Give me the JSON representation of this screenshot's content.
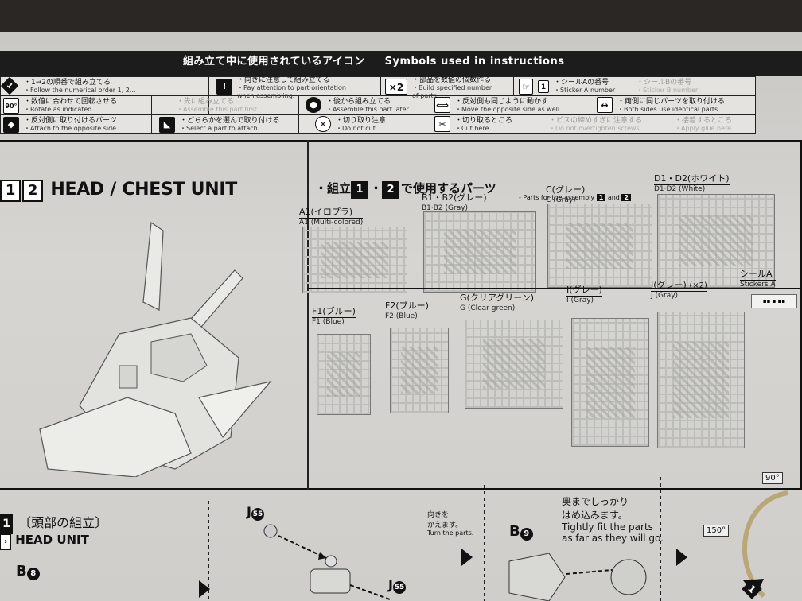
{
  "header": {
    "title_jp": "組み立て中に使用されているアイコン",
    "title_en": "Symbols used in instructions"
  },
  "symbols": {
    "follow_order": {
      "jp": "・1→2の順番で組み立てる",
      "en": "・Follow the numerical order 1, 2..."
    },
    "orientation": {
      "jp": "・向きに注意して組み立てる",
      "en1": "・Pay attention to part orientation",
      "en2": "when assembling."
    },
    "build_parts": {
      "jp": "・部品を数値の個数作る",
      "en1": "・Build specified number",
      "en2": "of parts."
    },
    "sticker_a": {
      "jp": "・シールAの番号",
      "en": "・Sticker A number"
    },
    "sticker_b": {
      "jp": "・シールBの番号",
      "en": "・Sticker B number"
    },
    "rotate": {
      "jp": "・数値に合わせて回転させる",
      "en": "・Rotate as indicated."
    },
    "assemble_first": {
      "jp": "・先に組み立てる",
      "en": "・Assemble this part first."
    },
    "assemble_later": {
      "jp": "・後から組み立てる",
      "en": "・Assemble this part later."
    },
    "opposite": {
      "jp": "・反対側も同じように動かす",
      "en": "・Move the opposite side as well."
    },
    "both_sides": {
      "jp": "・両側に同じパーツを取り付ける",
      "en": "・Both sides use identical parts."
    },
    "attach_opposite": {
      "jp": "・反対側に取り付けるパーツ",
      "en": "・Attach to the opposite side."
    },
    "select_part": {
      "jp": "・どちらかを選んで取り付ける",
      "en": "・Select a part to attach."
    },
    "do_not_cut": {
      "jp": "・切り取り注意",
      "en": "・Do not cut."
    },
    "cut_here": {
      "jp": "・切り取るところ",
      "en": "・Cut here."
    },
    "screws": {
      "jp": "・ビスの締めすぎに注意する",
      "en": "・Do not overtighten screws."
    },
    "glue": {
      "jp": "・接着するところ",
      "en": "・Apply glue here."
    }
  },
  "section": {
    "step1": "1",
    "step2": "2",
    "title": "HEAD / CHEST UNIT"
  },
  "parts": {
    "heading_prefix": "・組立",
    "box1": "1",
    "heading_mid": "・",
    "box2": "2",
    "heading_suffix": "で使用するパーツ",
    "heading_en": "- Parts for the assembly",
    "heading_en_and": "and",
    "sprues": [
      {
        "jp": "A1(イロプラ)",
        "en": "A1 (Multi-colored)"
      },
      {
        "jp": "B1・B2(グレー)",
        "en": "B1·B2 (Gray)"
      },
      {
        "jp": "C(グレー)",
        "en": "C (Gray)"
      },
      {
        "jp": "D1・D2(ホワイト)",
        "en": "D1·D2 (White)"
      },
      {
        "jp": "F1(ブルー)",
        "en": "F1 (Blue)"
      },
      {
        "jp": "F2(ブルー)",
        "en": "F2 (Blue)"
      },
      {
        "jp": "G(クリアグリーン)",
        "en": "G (Clear green)"
      },
      {
        "jp": "I(グレー)",
        "en": "I (Gray)"
      },
      {
        "jp": "J(グレー)",
        "en": "J (Gray)",
        "qty": "(×2)"
      }
    ],
    "sticker": {
      "jp": "シールA",
      "en": "Stickers A"
    }
  },
  "step": {
    "number": "1",
    "title_jp": "〔頭部の組立〕",
    "title_en": "HEAD UNIT",
    "parts": {
      "b8": {
        "letter": "B",
        "num": "8"
      },
      "j55": {
        "letter": "J",
        "num": "55"
      },
      "b9": {
        "letter": "B",
        "num": "9"
      }
    },
    "turn": {
      "jp1": "向きを",
      "jp2": "かえます。",
      "en": "Turn the parts."
    },
    "tight": {
      "jp1": "奥までしっかり",
      "jp2": "はめ込みます。",
      "en1": "Tightly fit the parts",
      "en2": "as far as they will go."
    },
    "rotate150": "150°",
    "rotate90": "90°",
    "diamond": "1"
  }
}
